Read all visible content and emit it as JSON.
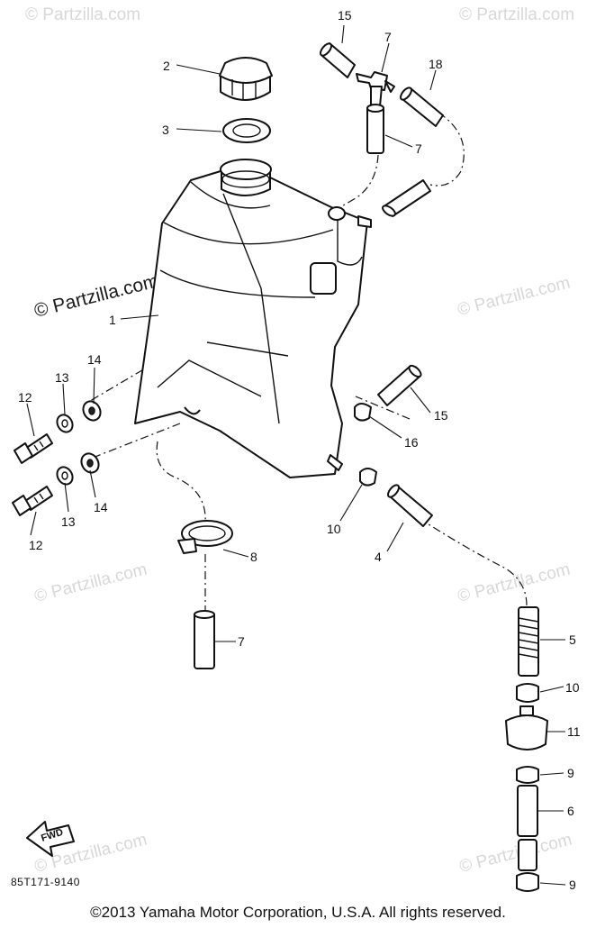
{
  "watermark": {
    "text": "© Partzilla.com",
    "main_text": "© Partzilla.com"
  },
  "callouts": {
    "c15a": "15",
    "c7a": "7",
    "c18": "18",
    "c2": "2",
    "c3": "3",
    "c7b": "7",
    "c1": "1",
    "c14a": "14",
    "c13a": "13",
    "c12a": "12",
    "c15b": "15",
    "c16": "16",
    "c14b": "14",
    "c13b": "13",
    "c12b": "12",
    "c10a": "10",
    "c4": "4",
    "c8": "8",
    "c7c": "7",
    "c5": "5",
    "c10b": "10",
    "c11": "11",
    "c9a": "9",
    "c6": "6",
    "c9b": "9"
  },
  "fwd_label": "FWD",
  "diagram_code": "85T171-9140",
  "copyright": "©2013  Yamaha Motor Corporation, U.S.A. All rights reserved."
}
